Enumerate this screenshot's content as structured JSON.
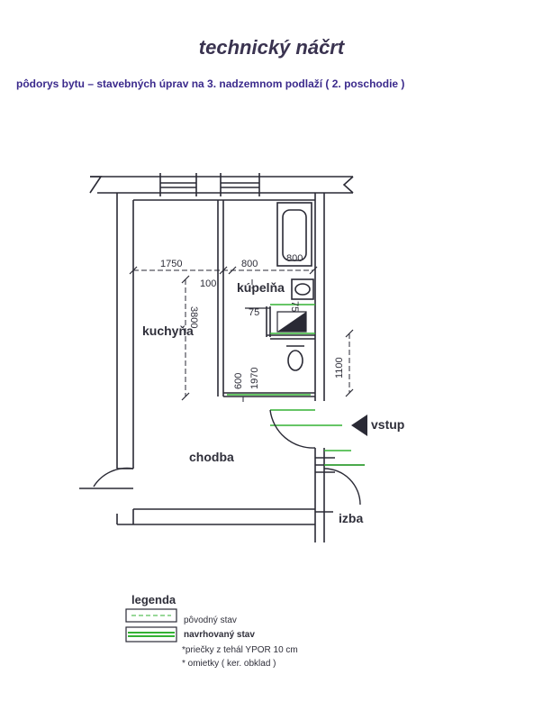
{
  "header": {
    "title": "technický náčrt",
    "subtitle": "pôdorys bytu – stavebných úprav  na 3. nadzemnom  podlaží ( 2. poschodie )"
  },
  "rooms": {
    "kupelna": "kúpelňa",
    "kuchyna": "kuchyňa",
    "chodba": "chodba",
    "izba": "izba",
    "vstup": "vstup"
  },
  "dimensions": {
    "d1750": "1750",
    "d800": "800",
    "d100": "100",
    "d3800": "3800",
    "d800b": "800",
    "d75a": "75",
    "d75b": "75",
    "d600": "600",
    "d1970": "1970",
    "d1100": "1100"
  },
  "legend": {
    "title": "legenda",
    "original": "pôvodný stav",
    "proposed": "navrhovaný stav",
    "note1": "*priečky z tehál YPOR 10 cm",
    "note2": "* omietky ( ker. obklad )"
  },
  "colors": {
    "line": "#2a2a35",
    "green": "#33b233",
    "accent": "#3b2a8c"
  }
}
